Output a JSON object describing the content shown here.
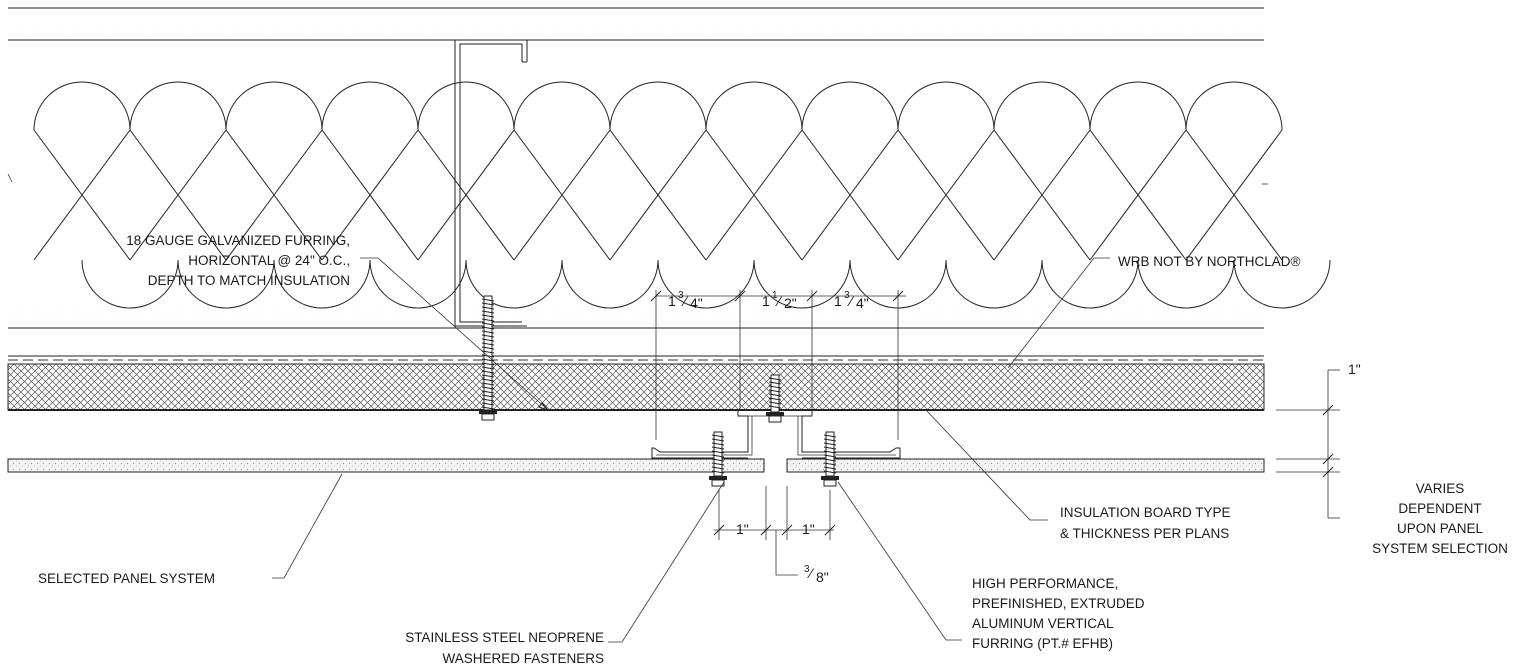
{
  "labels": {
    "furring_1": "18 GAUGE GALVANIZED FURRING,",
    "furring_2": "HORIZONTAL @ 24\" O.C.,",
    "furring_3": "DEPTH TO MATCH INSULATION",
    "wrb": "WRB NOT BY NORTHCLAD®",
    "insulation_1": "INSULATION BOARD TYPE",
    "insulation_2": "& THICKNESS PER PLANS",
    "varies_1": "VARIES",
    "varies_2": "DEPENDENT",
    "varies_3": "UPON PANEL",
    "varies_4": "SYSTEM SELECTION",
    "panel": "SELECTED PANEL SYSTEM",
    "fasteners_1": "STAINLESS STEEL NEOPRENE",
    "fasteners_2": "WASHERED FASTENERS",
    "alum_1": "HIGH PERFORMANCE,",
    "alum_2": "PREFINISHED, EXTRUDED",
    "alum_3": "ALUMINUM VERTICAL",
    "alum_4": "FURRING (PT.# EFHB)"
  },
  "dimensions": {
    "d1_whole": "1",
    "d1_num": "3",
    "d1_den": "4\"",
    "d2_whole": "1",
    "d2_num": "1",
    "d2_den": "2\"",
    "d3_whole": "1",
    "d3_num": "3",
    "d3_den": "4\"",
    "one_inch": "1\"",
    "bottom_left": "1\"",
    "bottom_right": "1\"",
    "gap_num": "3",
    "gap_den": "8\""
  },
  "colors": {
    "line": "#222222",
    "hatch": "#555555",
    "stipple": "#cfcfcf"
  }
}
